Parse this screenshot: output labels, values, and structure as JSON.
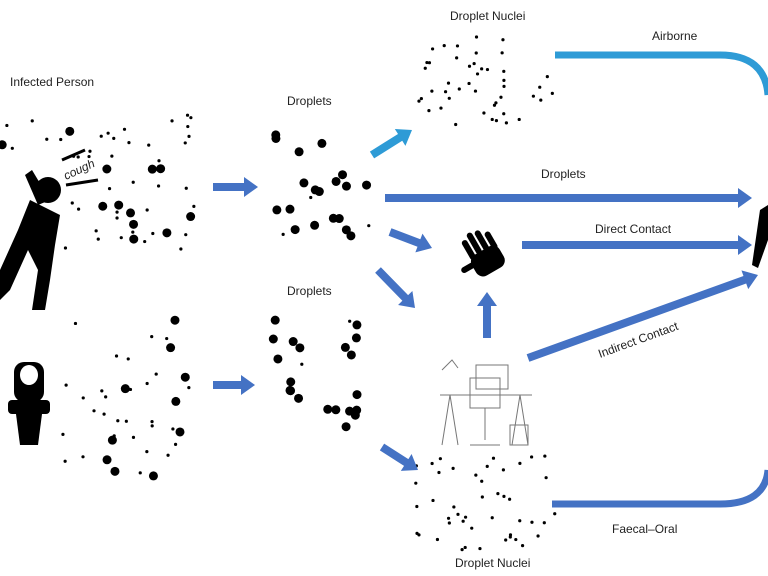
{
  "labels": {
    "infected_person": "Infected Person",
    "cough": "cough",
    "droplets_top": "Droplets",
    "droplets_bottom": "Droplets",
    "droplet_nuclei_top": "Droplet Nuclei",
    "droplet_nuclei_bottom": "Droplet Nuclei",
    "airborne": "Airborne",
    "droplets_route": "Droplets",
    "direct_contact": "Direct Contact",
    "indirect_contact": "Indirect Contact",
    "faecal_oral": "Faecal–Oral"
  },
  "icons": [
    "coughing-person-icon",
    "toilet-icon",
    "hand-icon",
    "desk-workspace-icon",
    "receiving-person-icon"
  ],
  "colors": {
    "arrow": "#4472C4",
    "airborne_arrow": "#2E9BD6",
    "dots": "#000000"
  }
}
